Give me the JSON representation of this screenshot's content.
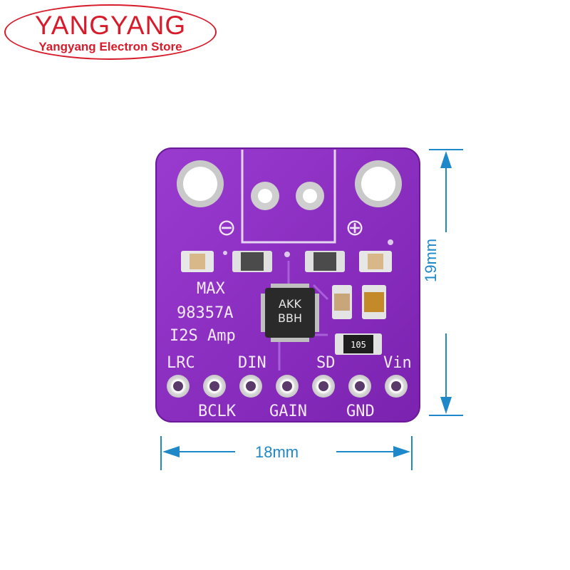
{
  "brand": {
    "name": "YANGYANG",
    "store": "Yangyang Electron Store",
    "color": "#d81b2a"
  },
  "board": {
    "color": "#8e2fc4",
    "silkscreen": {
      "title_line1": "MAX",
      "title_line2": "98357A",
      "title_line3": "I2S Amp",
      "minus_symbol": "⊖",
      "plus_symbol": "⊕"
    },
    "chip": {
      "line1": "AKK",
      "line2": "BBH"
    },
    "resistor_code": "105",
    "pins_top": [
      "LRC",
      "DIN",
      "SD",
      "Vin"
    ],
    "pins_bottom": [
      "BCLK",
      "GAIN",
      "GND"
    ]
  },
  "dimensions": {
    "width": "18mm",
    "height": "19mm",
    "color": "#1e88c8"
  }
}
